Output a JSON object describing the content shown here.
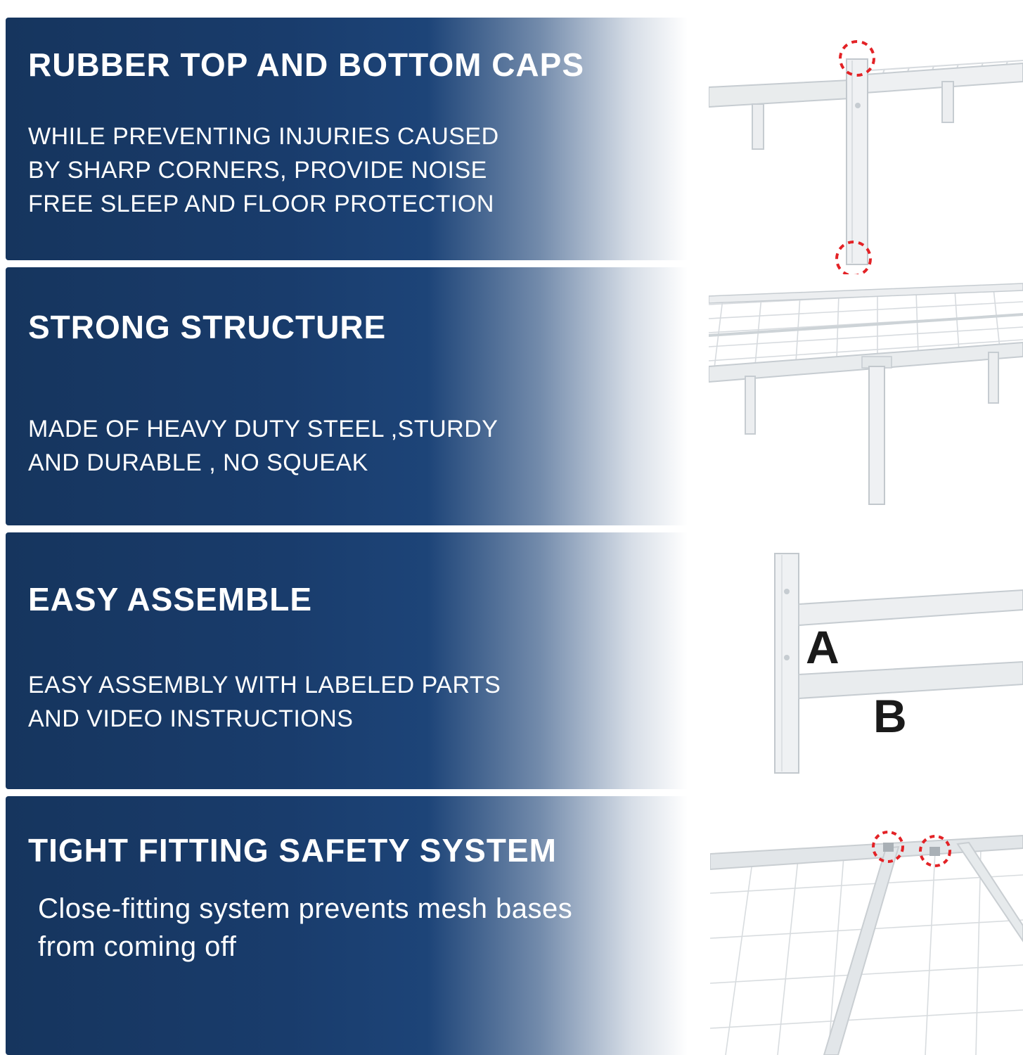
{
  "colors": {
    "panel_navy": "#16355e",
    "panel_navy_light": "#1d4478",
    "highlight_red": "#e32226",
    "metal_light": "#eff1f3",
    "metal_stroke": "#c6ccd1",
    "label_black": "#1a1a1a"
  },
  "panels": [
    {
      "id": "rubber-caps",
      "title": "RUBBER TOP AND BOTTOM CAPS",
      "body": "WHILE PREVENTING INJURIES CAUSED BY SHARP CORNERS, PROVIDE NOISE FREE SLEEP AND FLOOR PROTECTION"
    },
    {
      "id": "strong-structure",
      "title": "STRONG STRUCTURE",
      "body": "MADE OF HEAVY DUTY STEEL ,STURDY AND DURABLE , NO SQUEAK"
    },
    {
      "id": "easy-assemble",
      "title": "EASY ASSEMBLE",
      "body": "EASY ASSEMBLY WITH LABELED PARTS AND VIDEO INSTRUCTIONS"
    },
    {
      "id": "tight-fitting",
      "title": "TIGHT FITTING SAFETY SYSTEM",
      "body": "Close-fitting system prevents mesh bases from coming off"
    }
  ],
  "figures": {
    "assembly_labels": {
      "a": "A",
      "b": "B"
    }
  }
}
